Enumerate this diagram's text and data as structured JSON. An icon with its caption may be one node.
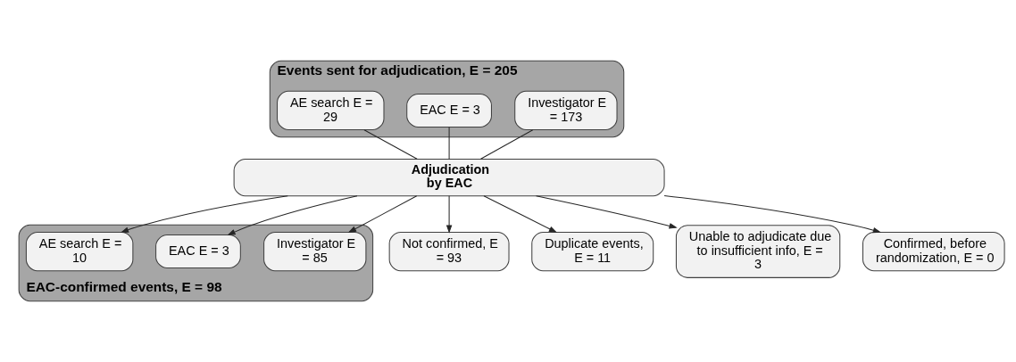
{
  "diagram": {
    "nodes": [
      {
        "text": [
          "Events sent for adjudication, E = 205"
        ]
      },
      {
        "text": [
          "Investigator E = 173"
        ],
        "in": 0
      },
      {
        "text": [
          "EAC E = 3"
        ],
        "in": 0
      },
      {
        "text": [
          "AE search E = 29"
        ],
        "in": 0
      },
      {
        "text": [
          "Adjudication by EAC"
        ]
      },
      {
        "text": [
          "EAC-confirmed events, E = 98"
        ]
      },
      {
        "text": [
          "Investigator E = 85"
        ],
        "in": 5
      },
      {
        "text": [
          "EAC E = 3"
        ],
        "in": 5
      },
      {
        "text": [
          "AE search E = 10"
        ],
        "in": 5
      },
      {
        "text": [
          "Not confirmed, E = 93"
        ]
      },
      {
        "text": [
          "Duplicate events, E = 11"
        ]
      },
      {
        "text": [
          "Unable to adjudicate due to insufficient info, E = 3"
        ]
      },
      {
        "text": [
          "Confirmed, before randomization, E = 0"
        ]
      }
    ],
    "edges": [
      {
        "from": 1,
        "to": 4,
        "arrow": "none"
      },
      {
        "from": 2,
        "to": 4,
        "arrow": "none"
      },
      {
        "from": 3,
        "to": 4,
        "arrow": "none"
      },
      {
        "from": 4,
        "to": 6,
        "arrow": "to"
      },
      {
        "from": 4,
        "to": 7,
        "arrow": "to"
      },
      {
        "from": 4,
        "to": 8,
        "arrow": "to"
      },
      {
        "from": 4,
        "to": 9,
        "arrow": "to"
      },
      {
        "from": 4,
        "to": 10,
        "arrow": "to"
      },
      {
        "from": 4,
        "to": 11,
        "arrow": "to"
      },
      {
        "from": 4,
        "to": 12,
        "arrow": "to"
      }
    ]
  }
}
